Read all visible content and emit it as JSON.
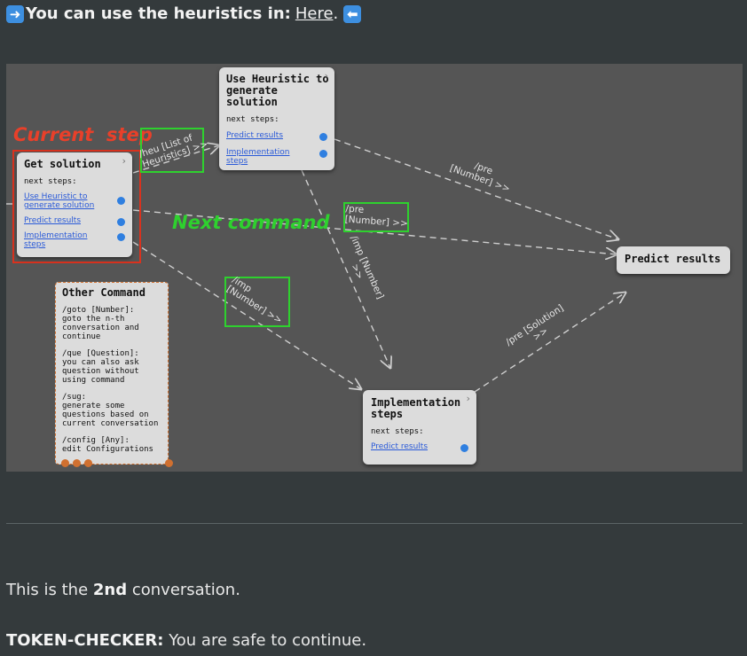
{
  "intro": {
    "text": "You can use the heuristics in:",
    "link": "Here",
    "period": "."
  },
  "diagram": {
    "current_step_label": "Current  step",
    "next_command_label": "Next command",
    "nodes": {
      "get_solution": {
        "title": "Get solution",
        "next_steps": "next steps:",
        "links": [
          "Use Heuristic to generate solution",
          "Predict results",
          "Implementation steps"
        ]
      },
      "use_heuristic": {
        "title": "Use Heuristic to generate solution",
        "next_steps": "next steps:",
        "links": [
          "Predict results",
          "Implementation steps"
        ]
      },
      "predict_results": {
        "title": "Predict results"
      },
      "implementation_steps": {
        "title": "Implementation steps",
        "next_steps": "next steps:",
        "links": [
          "Predict results"
        ]
      }
    },
    "edge_labels": {
      "heu": "/heu [List of Heuristics] >>",
      "pre_top": "/pre [Number] >>",
      "pre_mid": "/pre [Number] >>",
      "imp_left": "/imp [Number] >>",
      "imp_mid": "/imp [Number] >>",
      "pre_solution": "/pre [Solution] >>"
    },
    "other_command": {
      "title": "Other Command",
      "items": [
        "/goto [Number]:\ngoto the n-th\nconversation and\ncontinue",
        "/que [Question]:\nyou can also ask\nquestion without\nusing command",
        "/sug:\ngenerate some\nquestions based on\ncurrent conversation",
        "/config [Any]:\nedit Configurations"
      ]
    }
  },
  "conversation": {
    "prefix": "This is the",
    "number": "2nd",
    "suffix": "conversation."
  },
  "token_checker": {
    "label": "TOKEN-CHECKER:",
    "message": "You are safe to continue."
  },
  "colors": {
    "background": "#343a3c",
    "diagram_bg": "#555555",
    "current_step_red": "#e8402a",
    "next_command_green": "#2ed12e",
    "link_blue": "#2a5ad8"
  }
}
